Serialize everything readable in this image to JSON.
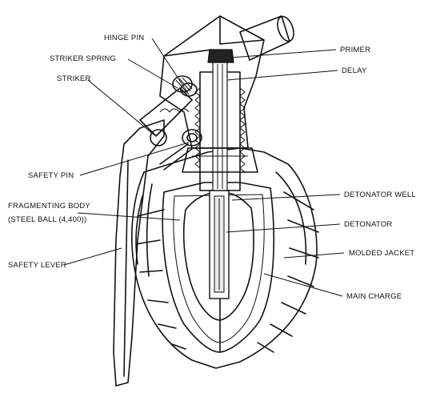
{
  "labels": {
    "hinge_pin": "HINGE PIN",
    "striker_spring": "STRIKER SPRING",
    "striker": "STRIKER",
    "safety_pin": "SAFETY PIN",
    "fragmenting_body_line1": "FRAGMENTING BODY",
    "fragmenting_body_line2": "(STEEL BALL (4,400))",
    "safety_lever": "SAFETY LEVER",
    "primer": "PRIMER",
    "delay": "DELAY",
    "detonator_well": "DETONATOR WELL",
    "detonator": "DETONATOR",
    "molded_jacket": "MOLDED JACKET",
    "main_charge": "MAIN CHARGE"
  },
  "colors": {
    "ink": "#111111",
    "main_charge_fill": "#2a2a2a",
    "fragmenting_body_fill": "#e6e6e6",
    "paper": "#ffffff"
  }
}
